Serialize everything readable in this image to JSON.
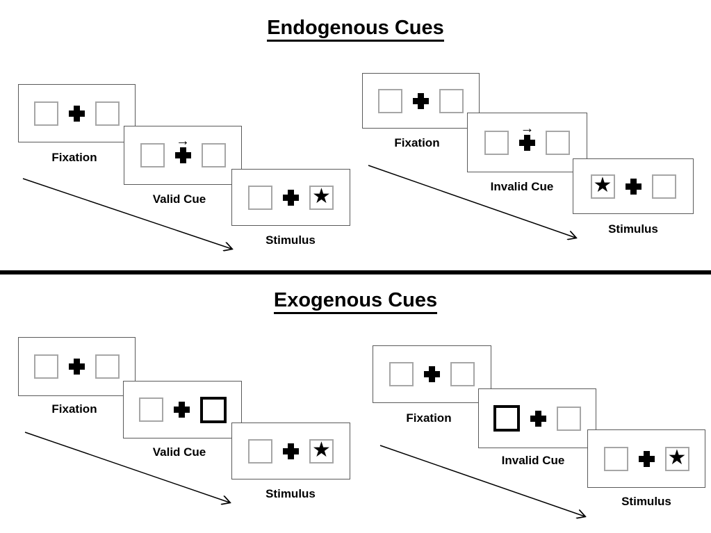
{
  "glyphs": {
    "star": "★",
    "cue_arrow": "→"
  },
  "colors": {
    "background": "#ffffff",
    "panel_border": "#595959",
    "box_border": "#a6a6a6",
    "bold_box_border": "#000000",
    "ink": "#000000"
  },
  "sections": [
    {
      "title": "Endogenous Cues",
      "sequences": [
        {
          "name": "valid",
          "panels": [
            {
              "label": "Fixation",
              "left": "plain",
              "right": "plain",
              "cue_arrow": false
            },
            {
              "label": "Valid Cue",
              "left": "plain",
              "right": "plain",
              "cue_arrow": true
            },
            {
              "label": "Stimulus",
              "left": "plain",
              "right": "star",
              "cue_arrow": false
            }
          ]
        },
        {
          "name": "invalid",
          "panels": [
            {
              "label": "Fixation",
              "left": "plain",
              "right": "plain",
              "cue_arrow": false
            },
            {
              "label": "Invalid Cue",
              "left": "plain",
              "right": "plain",
              "cue_arrow": true
            },
            {
              "label": "Stimulus",
              "left": "star",
              "right": "plain",
              "cue_arrow": false
            }
          ]
        }
      ]
    },
    {
      "title": "Exogenous Cues",
      "sequences": [
        {
          "name": "valid",
          "panels": [
            {
              "label": "Fixation",
              "left": "plain",
              "right": "plain",
              "cue_arrow": false
            },
            {
              "label": "Valid Cue",
              "left": "plain",
              "right": "bold",
              "cue_arrow": false
            },
            {
              "label": "Stimulus",
              "left": "plain",
              "right": "star",
              "cue_arrow": false
            }
          ]
        },
        {
          "name": "invalid",
          "panels": [
            {
              "label": "Fixation",
              "left": "plain",
              "right": "plain",
              "cue_arrow": false
            },
            {
              "label": "Invalid Cue",
              "left": "bold",
              "right": "plain",
              "cue_arrow": false
            },
            {
              "label": "Stimulus",
              "left": "plain",
              "right": "star",
              "cue_arrow": false
            }
          ]
        }
      ]
    }
  ]
}
